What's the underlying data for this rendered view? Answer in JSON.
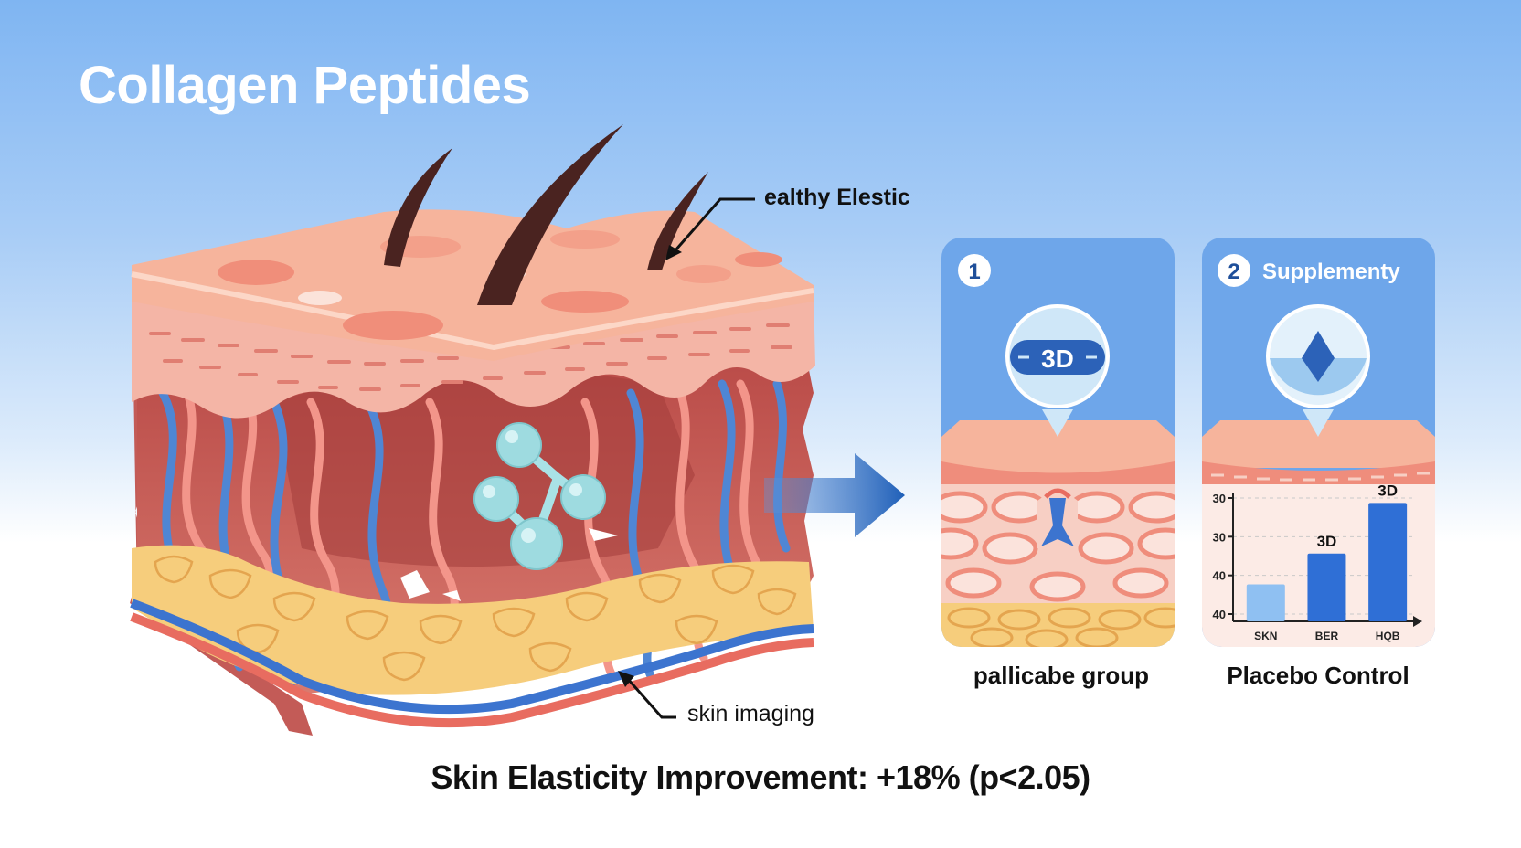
{
  "title": "Collagen Peptides",
  "callouts": {
    "top": "ealthy Elestic",
    "bottom": "skin imaging"
  },
  "panels": [
    {
      "number": "1",
      "header": "",
      "bubble_label": "3D",
      "caption": "pallicabe group"
    },
    {
      "number": "2",
      "header": "Supplementy",
      "caption": "Placebo Control"
    }
  ],
  "chart_data": {
    "type": "bar",
    "categories": [
      "SKN",
      "BER",
      "HQB"
    ],
    "yticks": [
      "30",
      "30",
      "40",
      "40"
    ],
    "data_labels": [
      "",
      "3D",
      "3D"
    ],
    "values": [
      0.3,
      0.55,
      0.96
    ],
    "colors": [
      "#8fc0f2",
      "#2f6fd6",
      "#2f6fd6"
    ]
  },
  "footer": "Skin Elasticity Improvement: +18% (p<2.05)"
}
